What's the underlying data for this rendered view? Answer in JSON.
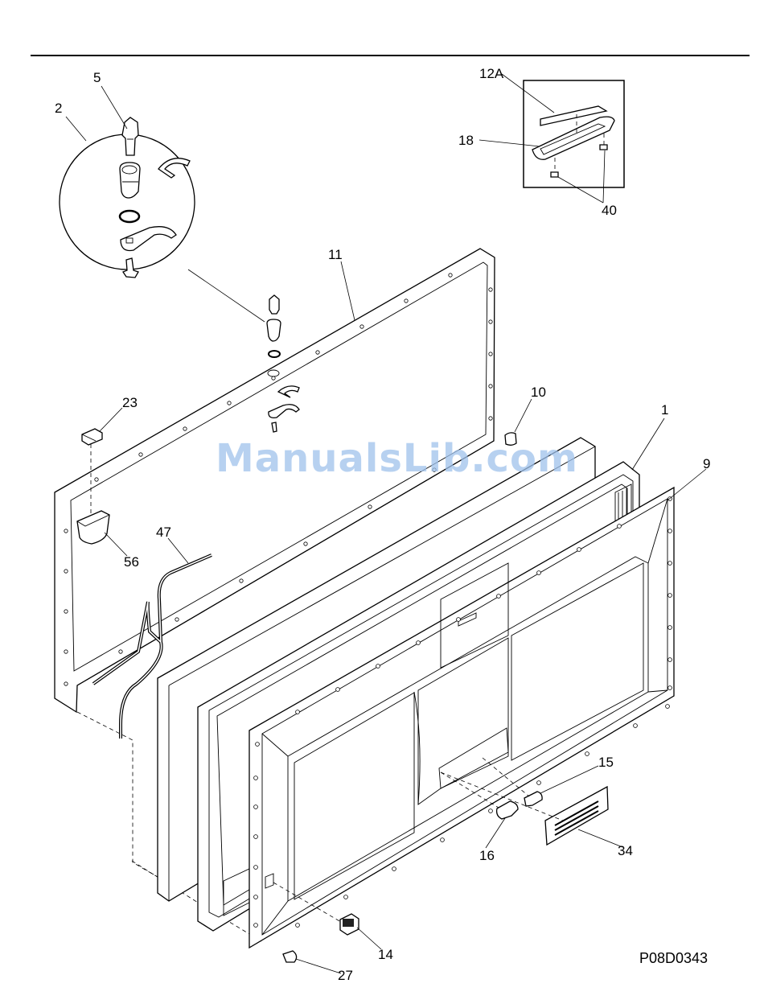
{
  "watermark": "ManualsLib.com",
  "figure_code": "P08D0343",
  "callouts": {
    "c1": "1",
    "c2": "2",
    "c5": "5",
    "c9": "9",
    "c10": "10",
    "c11": "11",
    "c12a": "12A",
    "c14": "14",
    "c15": "15",
    "c16": "16",
    "c18": "18",
    "c23": "23",
    "c27": "27",
    "c34": "34",
    "c40": "40",
    "c47": "47",
    "c56": "56"
  }
}
